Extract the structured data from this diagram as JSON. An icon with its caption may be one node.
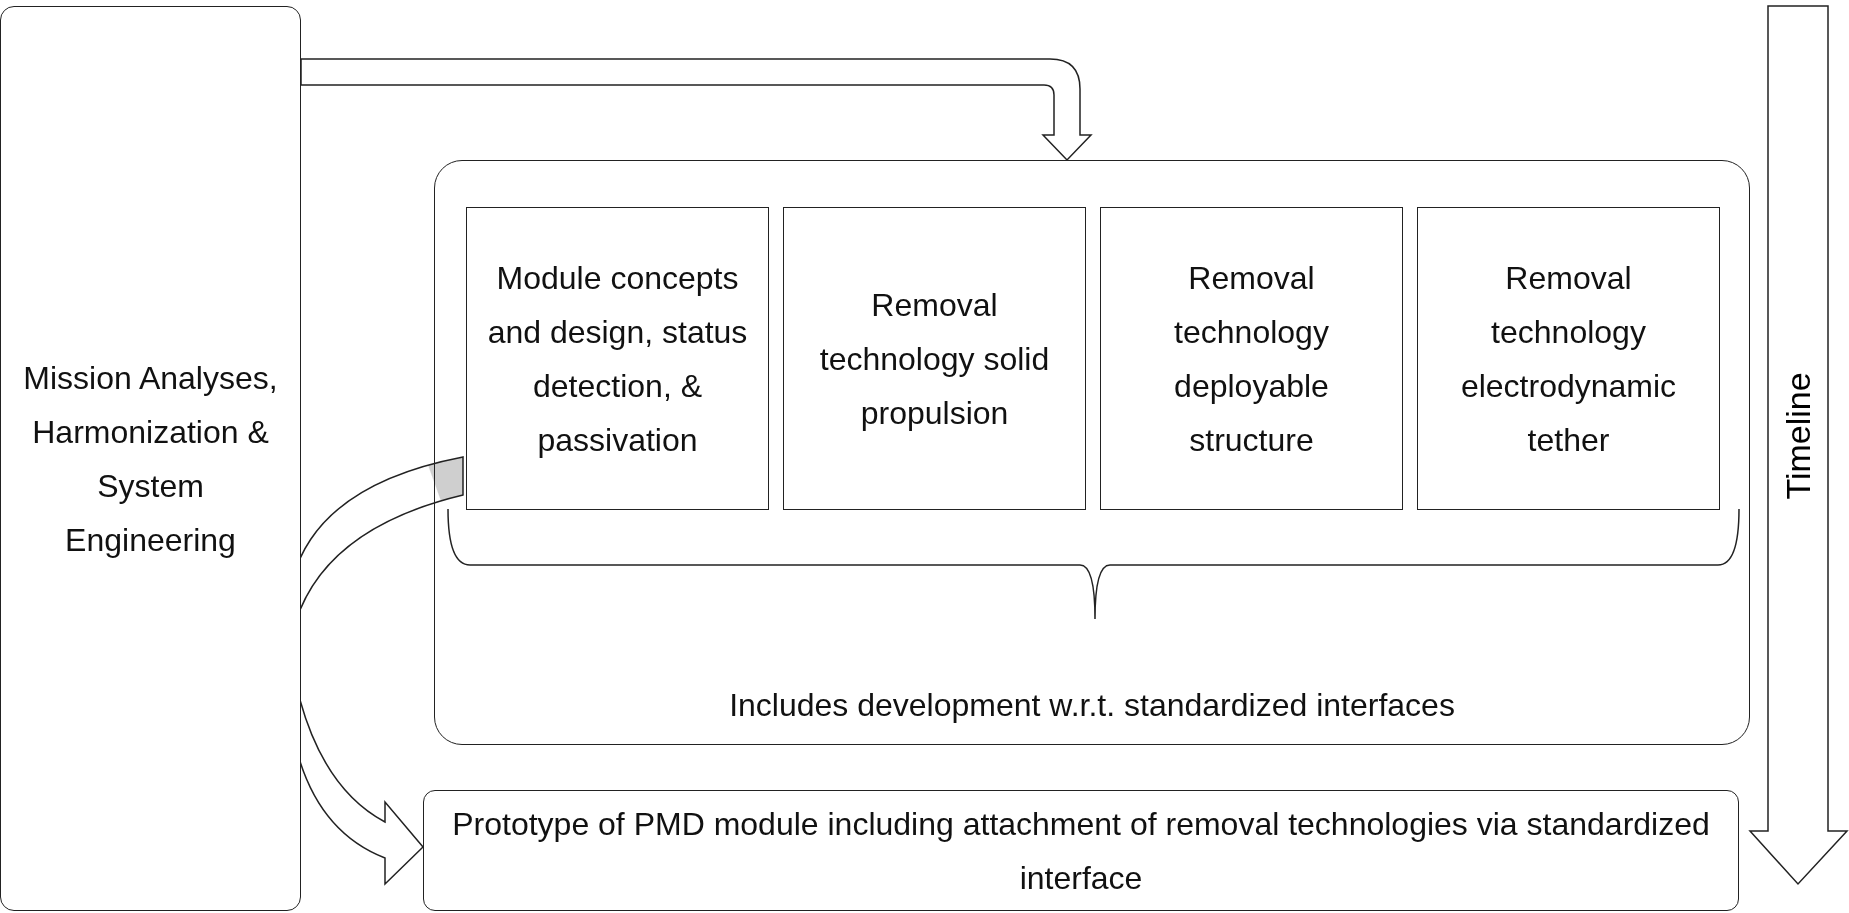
{
  "diagram": {
    "nodes": [
      {
        "text": [
          "Mission Analyses, Harmonization & System Engineering"
        ]
      },
      {
        "text": [
          "Includes development w.r.t. standardized interfaces"
        ]
      },
      {
        "text": [
          "Module concepts and design, status detection, & passivation"
        ],
        "in": 1
      },
      {
        "text": [
          "Removal technology solid propulsion"
        ],
        "in": 1
      },
      {
        "text": [
          "Removal technology deployable structure"
        ],
        "in": 1
      },
      {
        "text": [
          "Removal technology electrodynamic tether"
        ],
        "in": 1
      },
      {
        "text": [
          "Prototype of PMD module including attachment of removal technologies via standardized interface"
        ]
      }
    ],
    "edges": [
      {
        "from": 0,
        "to": 1,
        "arrow": "to",
        "style": "thick"
      },
      {
        "from": 2,
        "to": 6,
        "arrow": "to",
        "style": "thick"
      }
    ],
    "labels": [
      "Timeline"
    ]
  }
}
